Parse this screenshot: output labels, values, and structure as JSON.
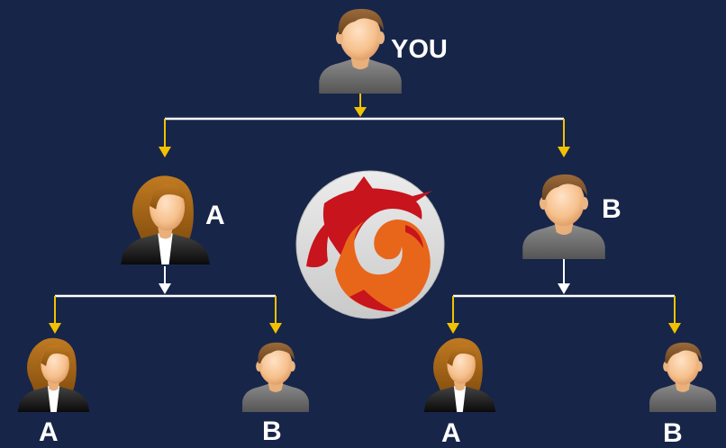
{
  "diagram": {
    "root": {
      "label": "YOU",
      "avatar": "man-avatar-icon"
    },
    "level1": [
      {
        "label": "A",
        "avatar": "woman-avatar-icon"
      },
      {
        "label": "B",
        "avatar": "man-avatar-icon"
      }
    ],
    "level2": [
      {
        "label": "A",
        "avatar": "woman-avatar-icon"
      },
      {
        "label": "B",
        "avatar": "man-avatar-icon"
      },
      {
        "label": "A",
        "avatar": "woman-avatar-icon"
      },
      {
        "label": "B",
        "avatar": "man-avatar-icon"
      }
    ],
    "logo": {
      "icon": "marlin-logo-icon"
    }
  },
  "colors": {
    "background": "#172549",
    "connector": "#ffffff",
    "arrow": "#f2c200",
    "label": "#ffffff",
    "logo_red": "#c8141c",
    "logo_orange": "#e8661a",
    "logo_disc": "#d9d9d9"
  }
}
